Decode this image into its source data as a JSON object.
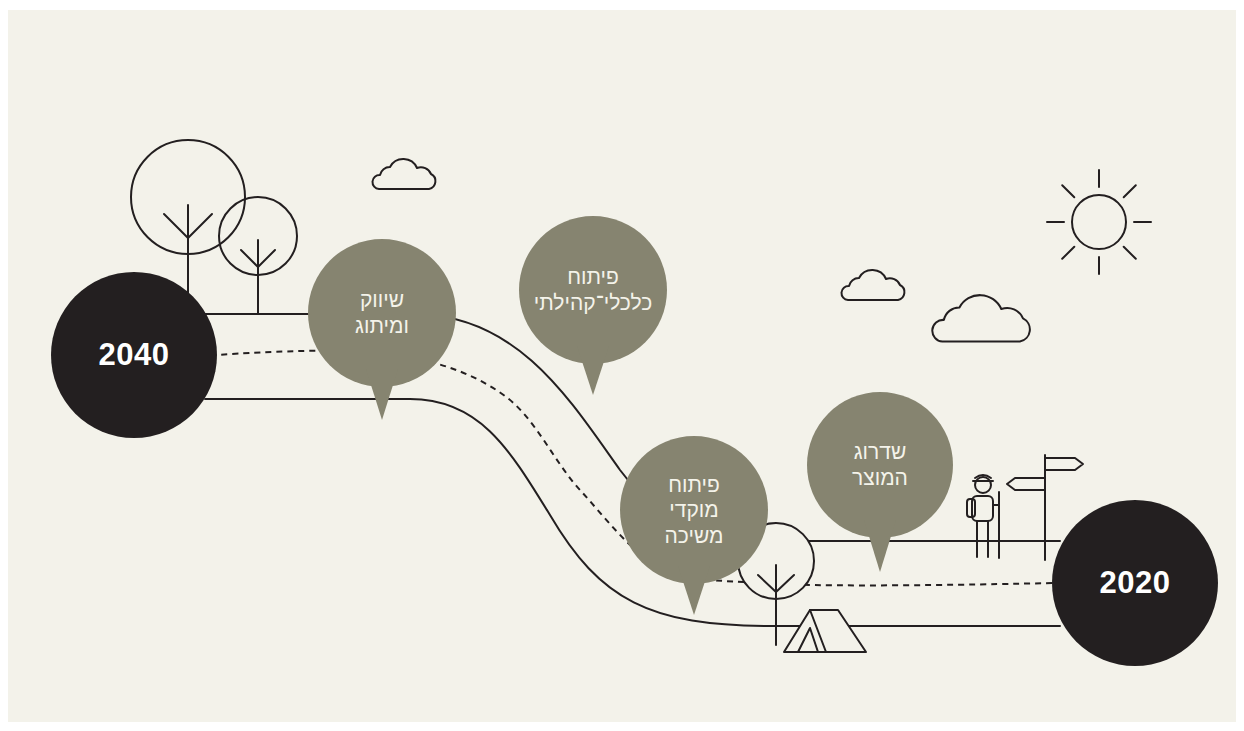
{
  "diagram": {
    "nodes": [
      {
        "text": [
          "2020"
        ]
      },
      {
        "text": [
          "שדרוג המוצר"
        ]
      },
      {
        "text": [
          "פיתוח מוקדי משיכה"
        ]
      },
      {
        "text": [
          "פיתוח כלכלי־קהילתי"
        ]
      },
      {
        "text": [
          "שיווק ומיתוג"
        ]
      },
      {
        "text": [
          "2040"
        ]
      }
    ],
    "edges": [
      {
        "from": 0,
        "to": 5,
        "arrow": "none"
      }
    ]
  }
}
